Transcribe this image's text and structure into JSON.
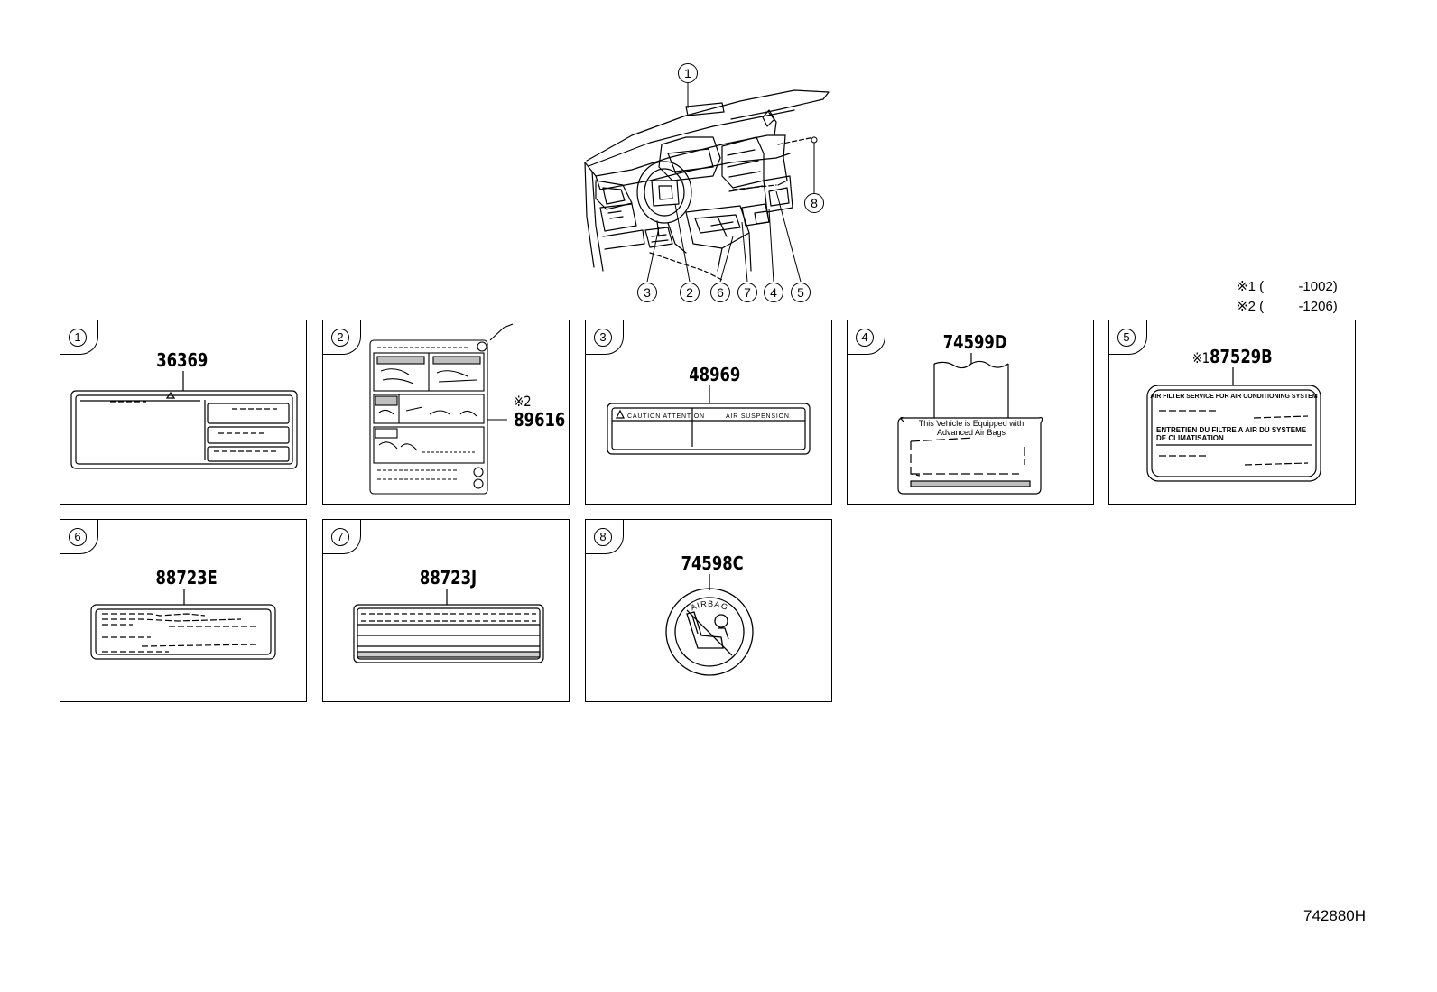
{
  "callouts": [
    "1",
    "2",
    "3",
    "4",
    "5",
    "6",
    "7",
    "8"
  ],
  "notes": [
    {
      "mark": "※1",
      "open": "(",
      "range": "-1002)"
    },
    {
      "mark": "※2",
      "open": "(",
      "range": "-1206)"
    }
  ],
  "panels": [
    {
      "num": "1",
      "part": "36369"
    },
    {
      "num": "2",
      "part": "89616",
      "ref": "※2"
    },
    {
      "num": "3",
      "part": "48969",
      "label_left": "CAUTION ATTENTION",
      "label_right": "AIR SUSPENSION"
    },
    {
      "num": "4",
      "part": "74599D",
      "label_line1": "This Vehicle is Equipped with",
      "label_line2": "Advanced Air Bags"
    },
    {
      "num": "5",
      "part": "87529B",
      "ref": "※1",
      "label_line1": "AIR FILTER SERVICE FOR AIR CONDITIONING SYSTEM",
      "label_line2": "ENTRETIEN DU FILTRE A AIR DU SYSTEME",
      "label_line3": "DE CLIMATISATION"
    },
    {
      "num": "6",
      "part": "88723E"
    },
    {
      "num": "7",
      "part": "88723J"
    },
    {
      "num": "8",
      "part": "74598C",
      "label_arc": "AIRBAG"
    }
  ],
  "diagram_code": "742880H"
}
